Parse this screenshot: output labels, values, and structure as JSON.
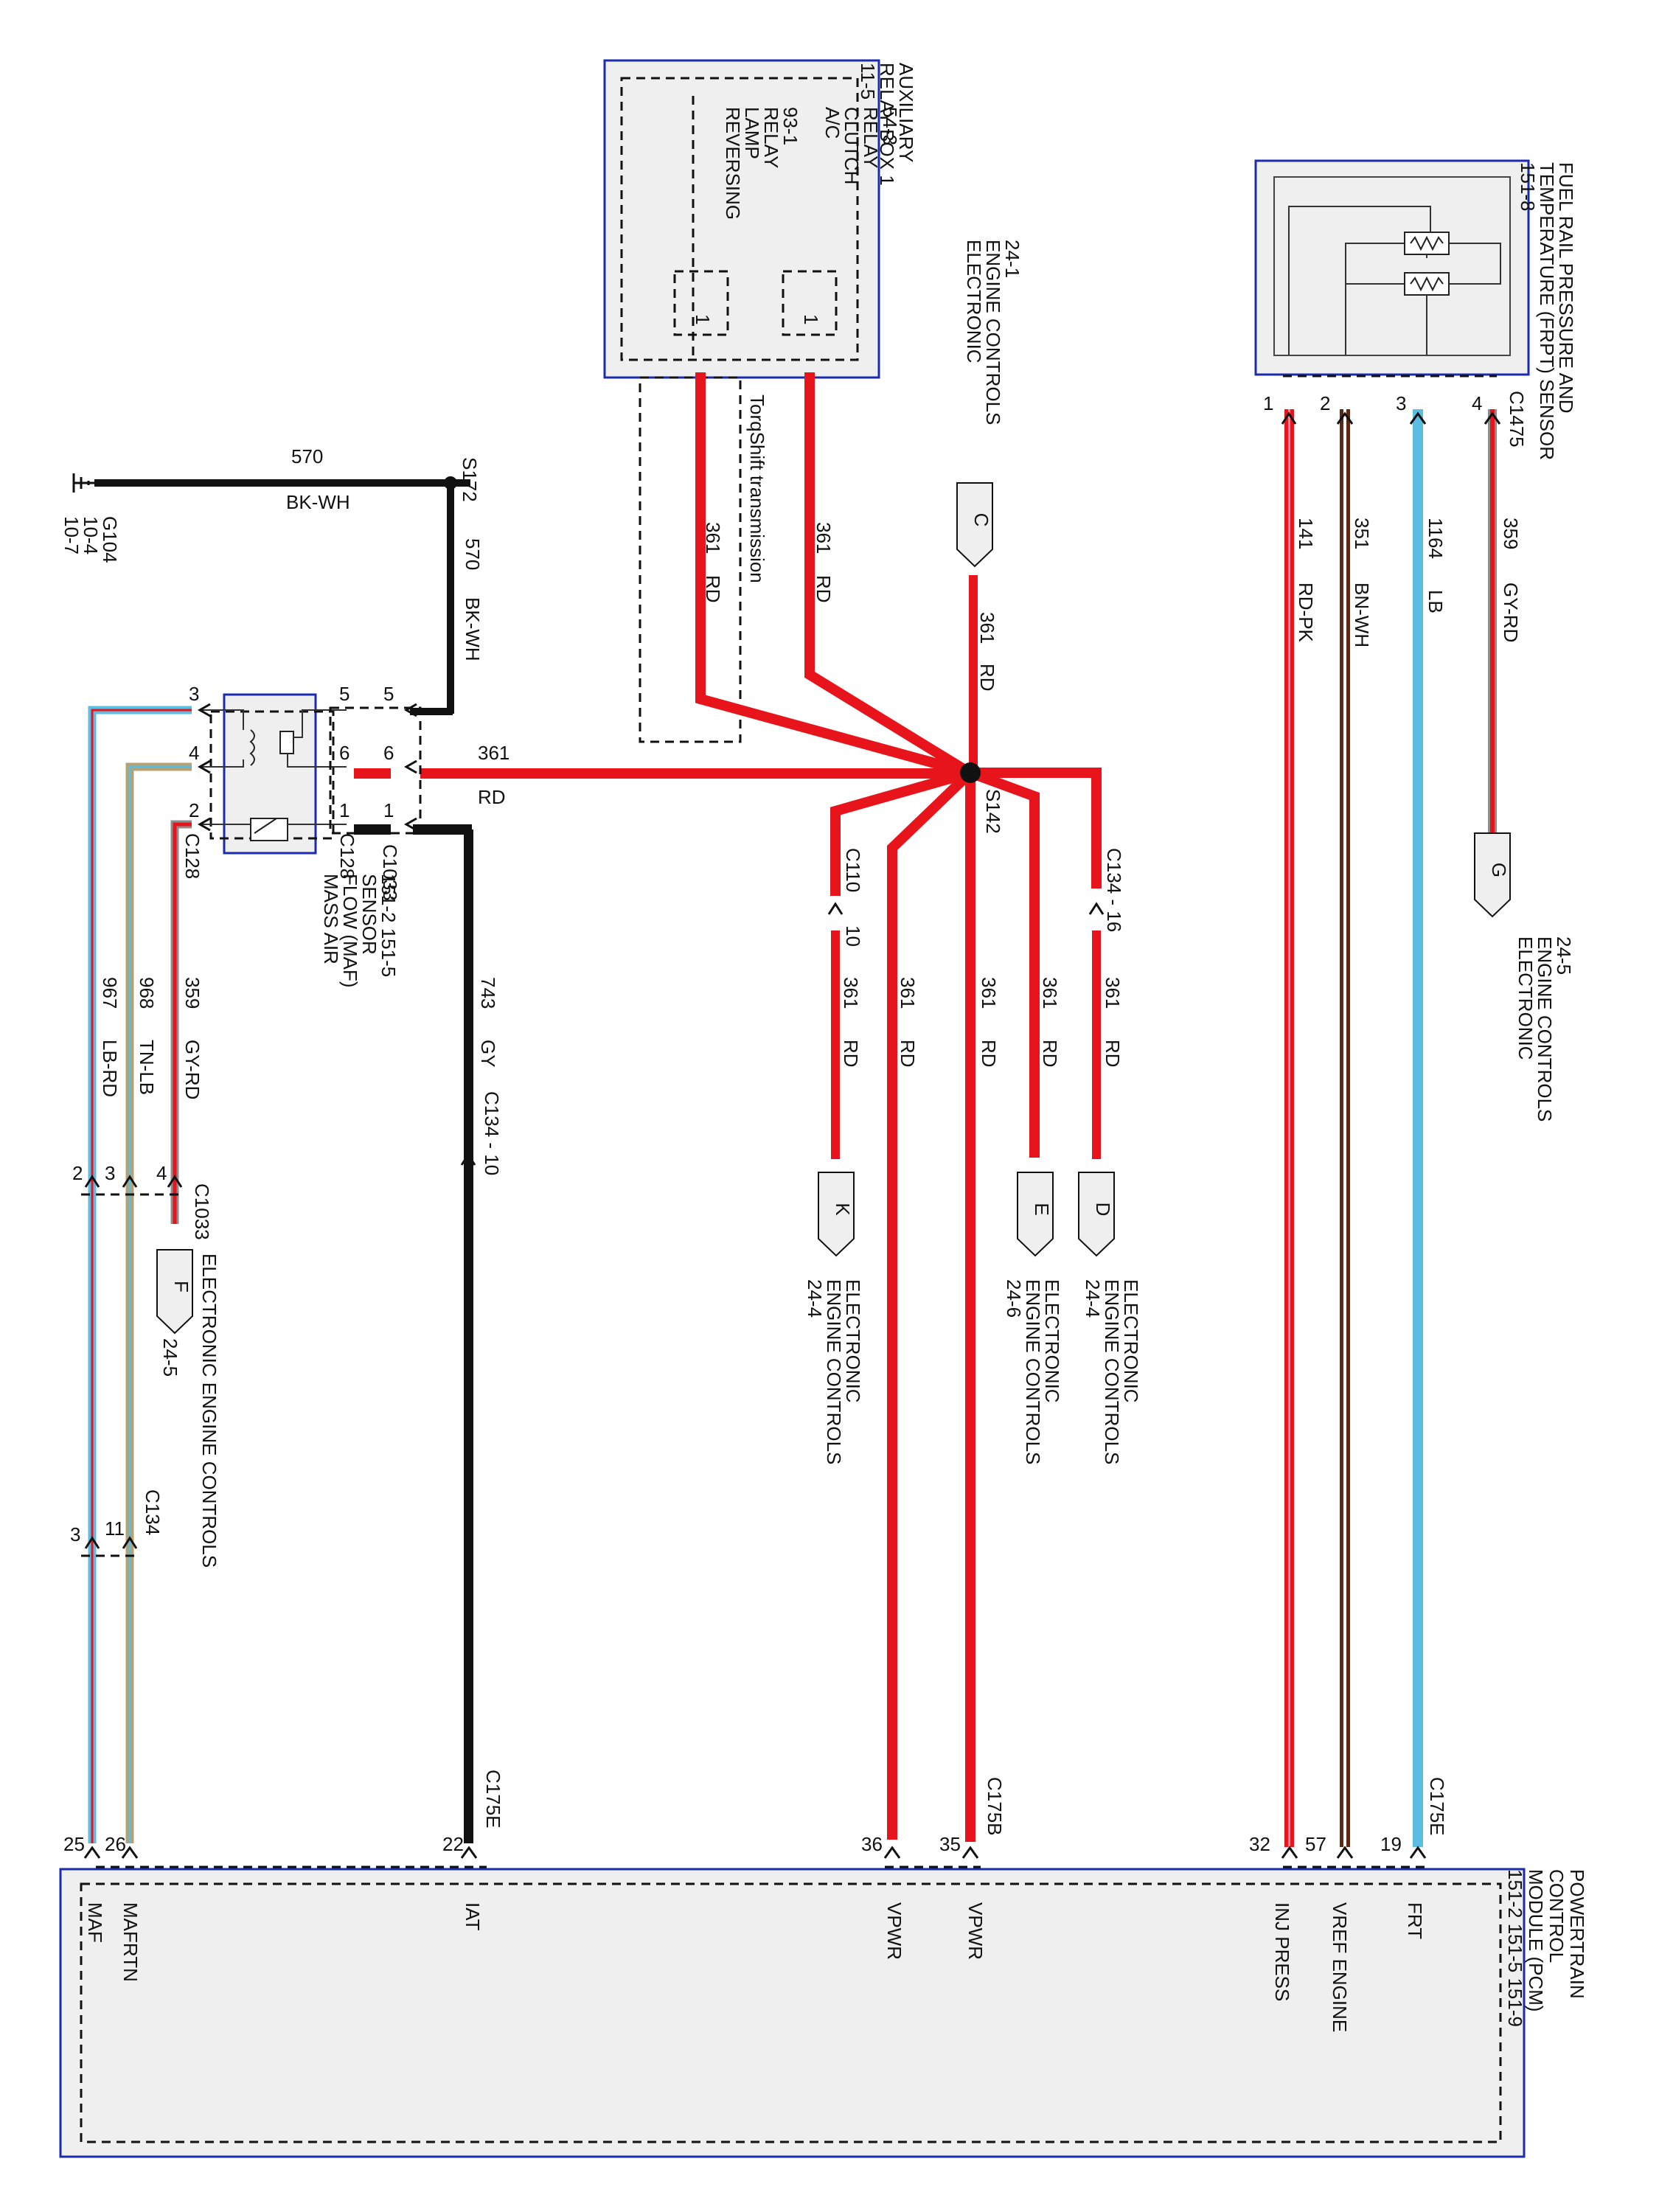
{
  "pcm": {
    "title_lines": [
      "POWERTRAIN",
      "CONTROL",
      "MODULE (PCM)",
      "151-2   151-5   151-9"
    ],
    "pins": [
      {
        "label": "MAF",
        "pin": "25"
      },
      {
        "label": "MAFRTN",
        "pin": "26"
      },
      {
        "label": "IAT",
        "pin": "22"
      },
      {
        "label": "VPWR",
        "pin": "36"
      },
      {
        "label": "VPWR",
        "pin": "35"
      },
      {
        "label": "INJ PRESS",
        "pin": "32"
      },
      {
        "label": "VREF ENGINE",
        "pin": "57"
      },
      {
        "label": "FRT",
        "pin": "19"
      }
    ],
    "connectors": [
      "C175E",
      "C175B",
      "C175E"
    ]
  },
  "aux_relay": {
    "title_lines": [
      "AUXILIARY",
      "RELAY BOX 1",
      "11-5"
    ],
    "ac_relay_lines": [
      "A/C",
      "CLUTCH",
      "RELAY",
      "54-3"
    ],
    "rev_relay_lines": [
      "REVERSING",
      "LAMP",
      "RELAY",
      "93-1"
    ],
    "pin": "1",
    "torqshift": "TorqShift transmission"
  },
  "frpt": {
    "title_lines": [
      "FUEL RAIL PRESSURE AND",
      "TEMPERATURE (FRPT) SENSOR",
      "151-8"
    ],
    "connector": "C1475",
    "pins": [
      "1",
      "2",
      "3",
      "4"
    ]
  },
  "maf": {
    "title_lines": [
      "MASS AIR",
      "FLOW (MAF)",
      "SENSOR",
      "151-2   151-5"
    ],
    "connectors": [
      "C128",
      "C128",
      "C1033"
    ],
    "pins_left": [
      "3",
      "4",
      "2"
    ],
    "pins_right": [
      "5",
      "6",
      "1"
    ],
    "pins_c1033": [
      "5",
      "6",
      "1"
    ]
  },
  "ground": {
    "lines": [
      "G104",
      "10-4",
      "10-7"
    ]
  },
  "splices": {
    "s172": "S172",
    "s142": "S142"
  },
  "wires": {
    "w570_top_num": "570",
    "w570_top_color": "BK-WH",
    "w570_vert_num": "570",
    "w570_vert_color": "BK-WH",
    "w361_horiz_num": "361",
    "w361_horiz_color": "RD",
    "w361_ac_num": "361",
    "w361_ac_color": "RD",
    "w361_rev_num": "361",
    "w361_rev_color": "RD",
    "w361_c_num": "361",
    "w361_c_color": "RD",
    "w361_k_num": "361",
    "w361_k_color": "RD",
    "w361_v36_num": "361",
    "w361_v36_color": "RD",
    "w361_v35_num": "361",
    "w361_v35_color": "RD",
    "w361_e_num": "361",
    "w361_e_color": "RD",
    "w361_d_num": "361",
    "w361_d_color": "RD",
    "w743_num": "743",
    "w743_color": "GY",
    "w359_maf_num": "359",
    "w359_maf_color": "GY-RD",
    "w968_num": "968",
    "w968_color": "TN-LB",
    "w967_num": "967",
    "w967_color": "LB-RD",
    "w141_num": "141",
    "w141_color": "RD-PK",
    "w351_num": "351",
    "w351_color": "BN-WH",
    "w1164_num": "1164",
    "w1164_color": "LB",
    "w359_frpt_num": "359",
    "w359_frpt_color": "GY-RD"
  },
  "inline_connectors": {
    "c110": "C110",
    "c110_pin": "10",
    "c134_16": "C134  -  16",
    "c134_10": "C134  -  10",
    "c1033": "C1033",
    "c1033_pins": [
      "2",
      "3",
      "4"
    ],
    "c134": "C134",
    "c134_pins": [
      "3",
      "11"
    ]
  },
  "offpage": [
    {
      "letter": "C",
      "lines": [
        "ELECTRONIC",
        "ENGINE CONTROLS",
        "24-1"
      ]
    },
    {
      "letter": "G",
      "lines": [
        "ELECTRONIC",
        "ENGINE CONTROLS",
        "24-5"
      ]
    },
    {
      "letter": "K",
      "lines": [
        "ELECTRONIC",
        "ENGINE CONTROLS",
        "24-4"
      ]
    },
    {
      "letter": "E",
      "lines": [
        "ELECTRONIC",
        "ENGINE CONTROLS",
        "24-6"
      ]
    },
    {
      "letter": "D",
      "lines": [
        "ELECTRONIC",
        "ENGINE CONTROLS",
        "24-4"
      ]
    },
    {
      "letter": "F",
      "lines": [
        "ELECTRONIC ENGINE CONTROLS",
        "24-5"
      ]
    }
  ],
  "colors": {
    "red": "#e8141c",
    "black": "#111111",
    "lightblue": "#5bbde0",
    "brown": "#5a2a14",
    "tan": "#b8a070",
    "pink": "#f08aa0",
    "gray": "#8c8c8c",
    "box_border": "#1a2bb0"
  }
}
